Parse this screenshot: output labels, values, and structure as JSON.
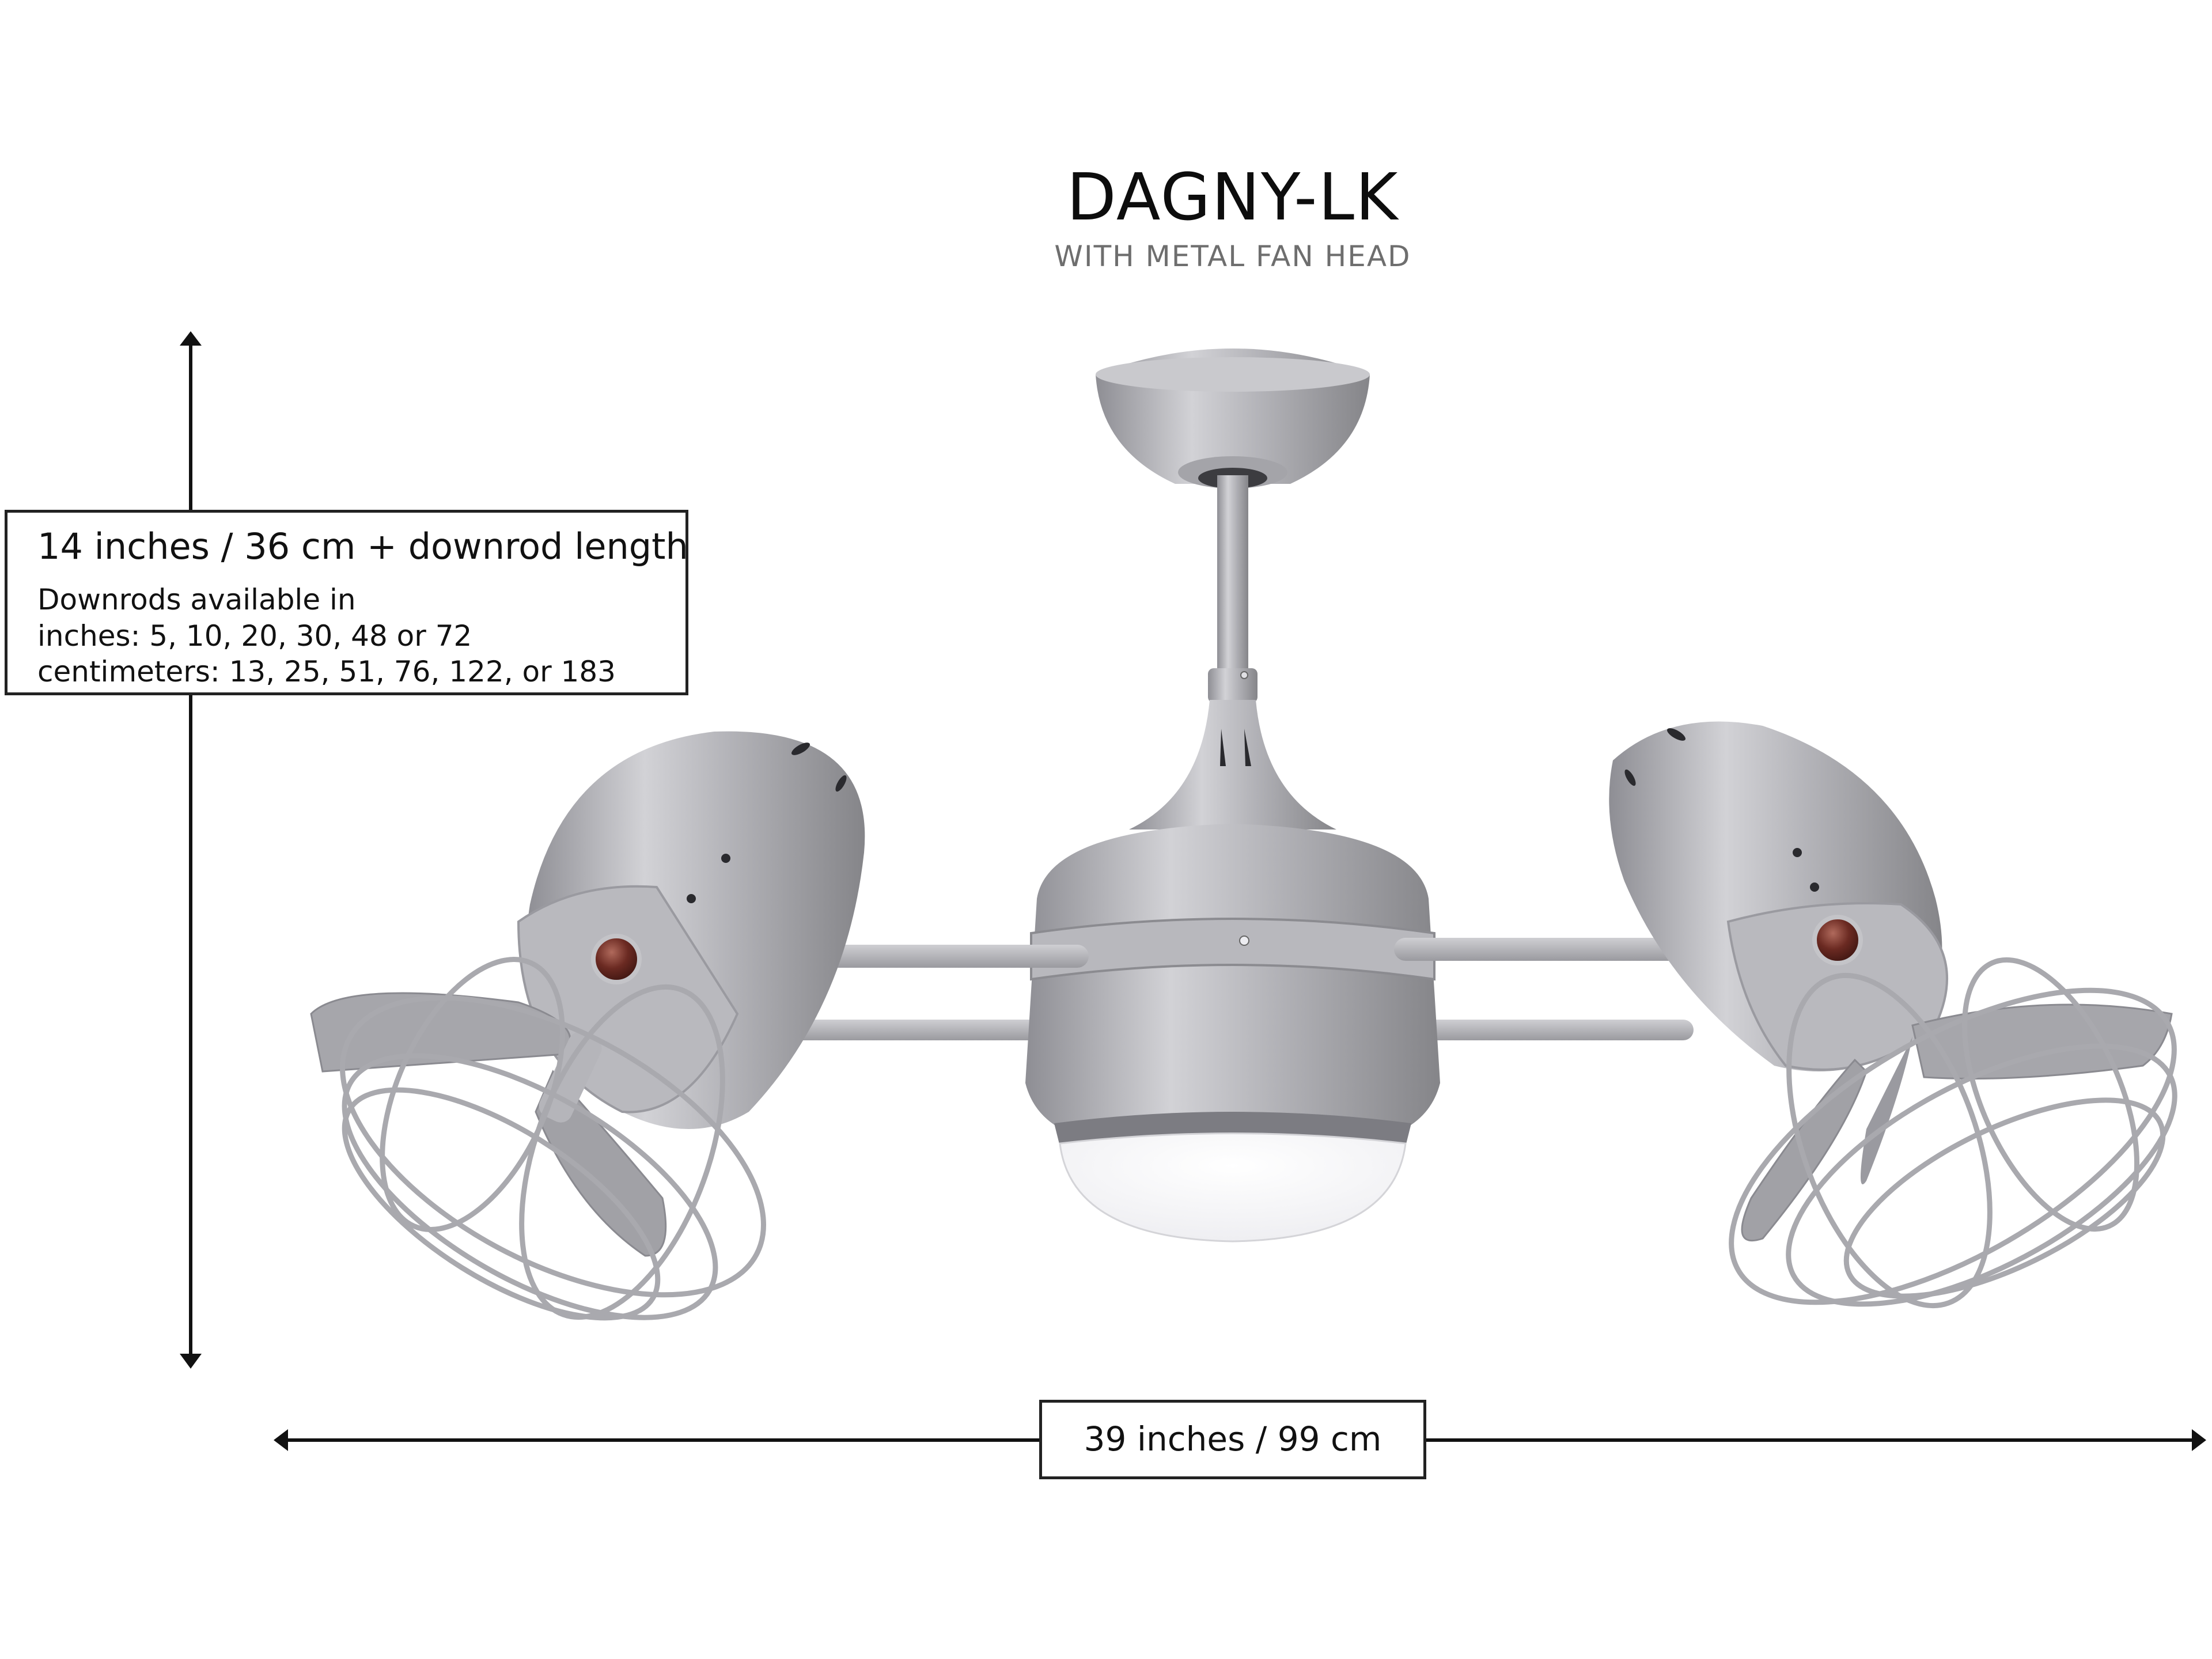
{
  "header": {
    "title": "DAGNY-LK",
    "subtitle": "WITH METAL FAN HEAD"
  },
  "height_dimension": {
    "main": "14 inches / 36 cm + downrod length",
    "note_heading": "Downrods available in",
    "inches_line": "inches: 5, 10, 20, 30, 48 or 72",
    "centimeters_line": "centimeters: 13, 25, 51, 76, 122, or 183"
  },
  "width_dimension": {
    "label": "39 inches / 99 cm"
  },
  "product_image": {
    "description": "Dual-head oscillating ceiling fan, brushed nickel finish, with center light kit and caged metal fan heads",
    "finish_color": "#b4b4b8",
    "knob_color": "#6b2a22",
    "light_color": "#fbfbfd"
  },
  "icons": {
    "arrow_up": "arrow-up-icon",
    "arrow_down": "arrow-down-icon",
    "arrow_left": "arrow-left-icon",
    "arrow_right": "arrow-right-icon"
  }
}
